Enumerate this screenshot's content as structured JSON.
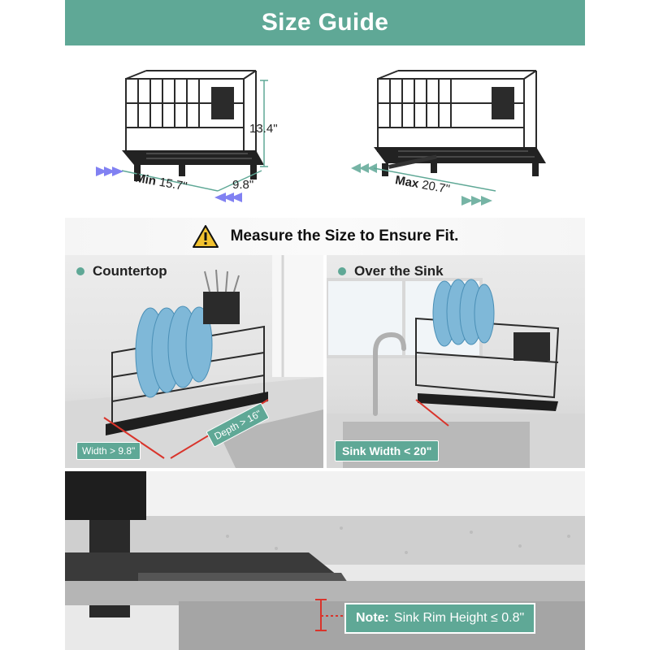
{
  "header": {
    "title": "Size Guide"
  },
  "min_view": {
    "height_label": "13.4\"",
    "depth_label": "9.8\"",
    "width_prefix": "Min",
    "width_value": "15.7\""
  },
  "max_view": {
    "width_prefix": "Max",
    "width_value": "20.7\""
  },
  "measure_banner": {
    "text": "Measure the Size to Ensure Fit."
  },
  "countertop": {
    "title": "Countertop",
    "width_tag": "Width > 9.8\"",
    "depth_tag": "Depth > 16\""
  },
  "over_sink": {
    "title": "Over the Sink",
    "sink_tag": "Sink Width < 20\""
  },
  "note": {
    "label": "Note:",
    "text": "Sink Rim Height ≤ 0.8\""
  },
  "colors": {
    "accent": "#5fa896",
    "banner_bg": "#f5f5f5",
    "warning": "#f2c230",
    "measure_red": "#d9342b"
  }
}
